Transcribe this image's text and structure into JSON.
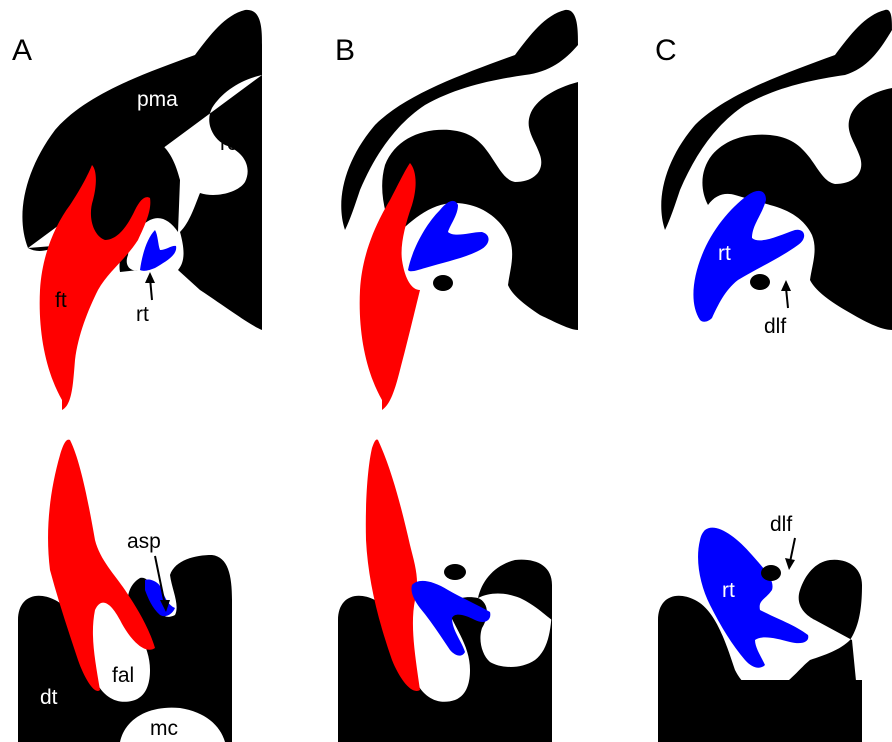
{
  "panels": [
    {
      "letter": "A"
    },
    {
      "letter": "B"
    },
    {
      "letter": "C"
    }
  ],
  "labels": {
    "pma": "pma",
    "rc": "rc",
    "ft_top": "ft",
    "rt_a": "rt",
    "rt_c_top": "rt",
    "dlf_top": "dlf",
    "asp": "asp",
    "dt": "dt",
    "fal": "fal",
    "mc": "mc",
    "dlf_bottom": "dlf",
    "rt_c_bottom": "rt"
  },
  "colors": {
    "bone": "#000000",
    "ft_tendon": "#ff0000",
    "rt_tendon": "#0000ff",
    "background": "#ffffff"
  }
}
